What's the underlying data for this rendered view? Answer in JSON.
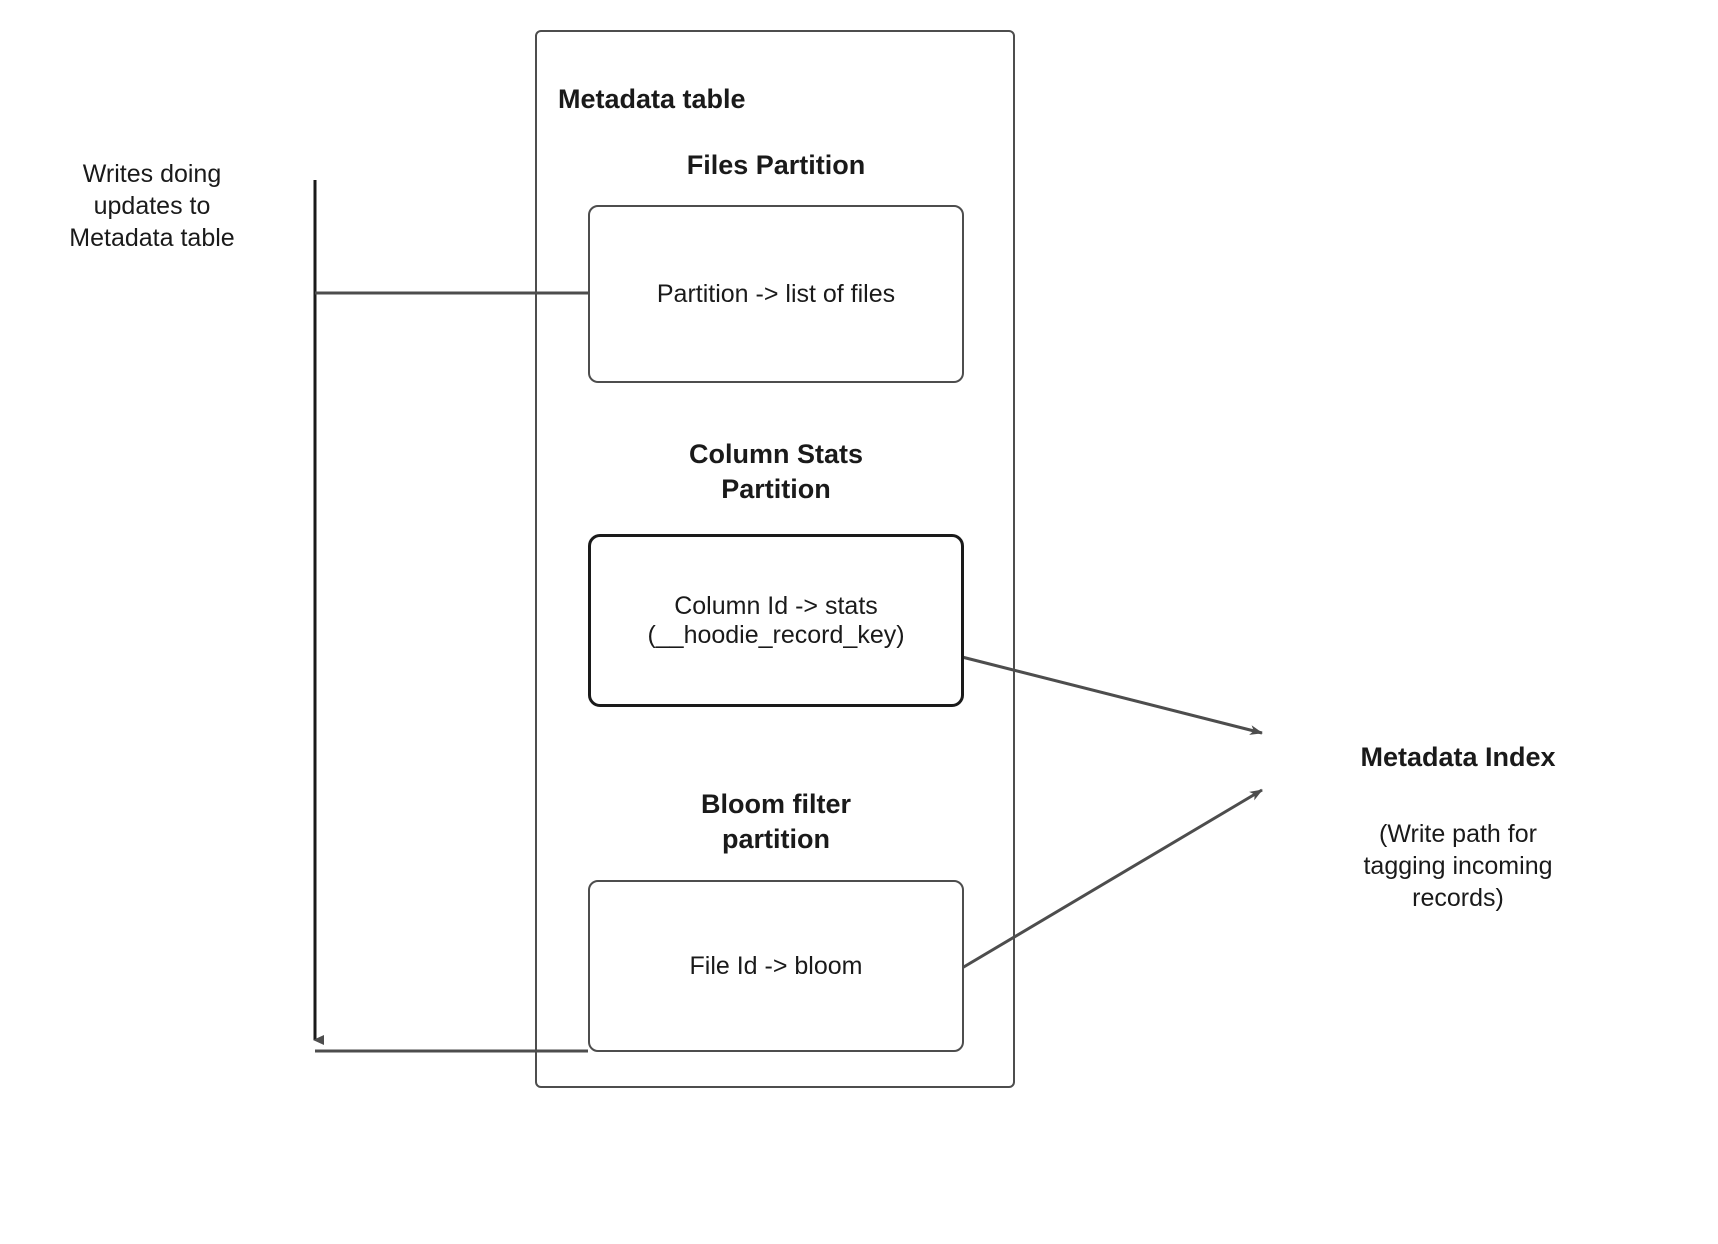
{
  "diagram": {
    "title_note": "Hudi metadata table partitions and metadata index write path",
    "stroke_color": "#4d4d4d",
    "strong_stroke_color": "#1a1a1a",
    "background": "#ffffff"
  },
  "left_note": {
    "text": "Writes doing\nupdates to\nMetadata table"
  },
  "metadata_table": {
    "label": "Metadata table",
    "sections": [
      {
        "heading": "Files Partition",
        "box_text": "Partition -> list of files"
      },
      {
        "heading": "Column Stats\nPartition",
        "box_text": "Column Id  -> stats\n(__hoodie_record_key)"
      },
      {
        "heading": "Bloom filter\npartition",
        "box_text": "File Id -> bloom"
      }
    ]
  },
  "metadata_index": {
    "title": "Metadata Index",
    "caption": "(Write path for\ntagging incoming\nrecords)"
  }
}
